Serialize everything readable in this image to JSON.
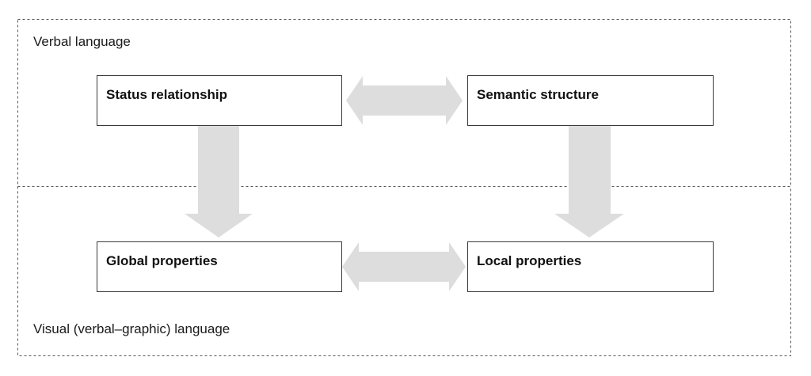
{
  "regions": {
    "verbal": {
      "label": "Verbal language"
    },
    "visual": {
      "label": "Visual (verbal–graphic) language"
    }
  },
  "boxes": {
    "status_relationship": {
      "label": "Status relationship"
    },
    "semantic_structure": {
      "label": "Semantic structure"
    },
    "global_properties": {
      "label": "Global properties"
    },
    "local_properties": {
      "label": "Local properties"
    }
  },
  "colors": {
    "arrow_fill": "#dddddd",
    "box_border": "#3a3a3a",
    "dashed_border": "#555555"
  }
}
